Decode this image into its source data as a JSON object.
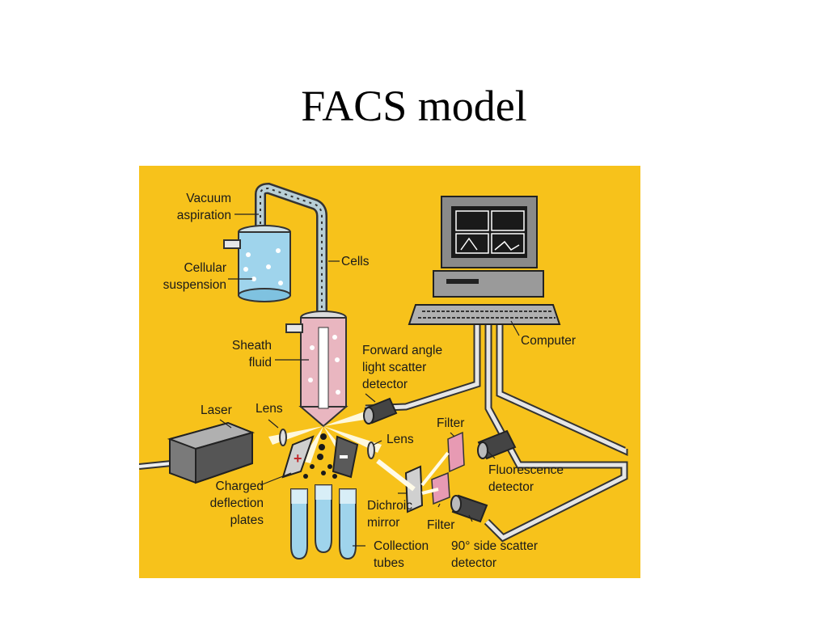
{
  "slide": {
    "title": "FACS model"
  },
  "labels": {
    "vacuum": "Vacuum\naspiration",
    "cells": "Cells",
    "cellular": "Cellular\nsuspension",
    "sheath": "Sheath\nfluid",
    "forward": "Forward angle\nlight scatter\ndetector",
    "computer": "Computer",
    "laser": "Laser",
    "lens1": "Lens",
    "lens2": "Lens",
    "filter1": "Filter",
    "fluorescence": "Fluorescence\ndetector",
    "charged": "Charged\ndeflection\nplates",
    "dichroic": "Dichroic\nmirror",
    "filter2": "Filter",
    "collection": "Collection\ntubes",
    "side": "90° side scatter\ndetector"
  },
  "colors": {
    "background": "#f7c21b",
    "tube": "#b8cfd6",
    "fluid": "#e9b6c0",
    "liquid": "#9fd4ec",
    "device": "#888888",
    "filter": "#e79ab3"
  }
}
